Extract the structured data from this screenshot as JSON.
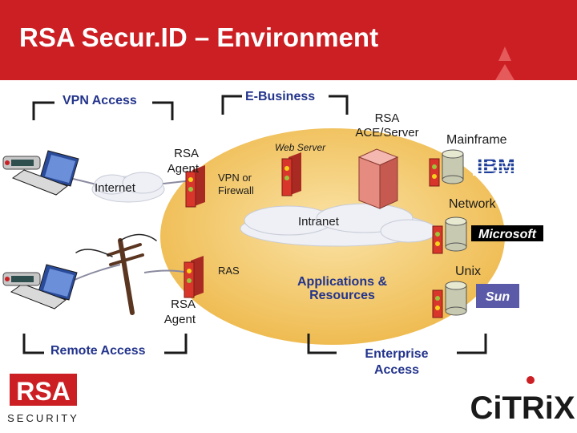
{
  "title": "RSA Secur.ID – Environment",
  "sections": {
    "vpn_access": "VPN Access",
    "e_business": "E-Business",
    "remote_access": "Remote Access",
    "enterprise_access": "Enterprise Access"
  },
  "labels": {
    "internet": "Internet",
    "rsa_agent_top": "RSA Agent",
    "rsa_agent_bottom": "RSA Agent",
    "web_server": "Web Server",
    "vpn_firewall": "VPN or Firewall",
    "rsa_ace_server": "RSA ACE/Server",
    "intranet": "Intranet",
    "ras": "RAS",
    "applications_resources": "Applications & Resources",
    "mainframe": "Mainframe",
    "network": "Network",
    "unix": "Unix"
  },
  "logos": {
    "ibm": "IBM",
    "microsoft": "Microsoft",
    "sun": "Sun",
    "rsa": "RSA",
    "rsa_security": "SECURITY",
    "citrix": "CiTRiX"
  },
  "icons": [
    "laptop-icon",
    "token-icon",
    "server-icon",
    "database-icon",
    "cloud-icon",
    "phone-pole-icon"
  ],
  "colors": {
    "header_red": "#cc1f24",
    "intranet_ellipse": "#f2c55c",
    "heading_blue": "#23348c",
    "server_red": "#c0392b",
    "server_green": "#9bc43a",
    "server_yellow": "#f3d21b"
  }
}
